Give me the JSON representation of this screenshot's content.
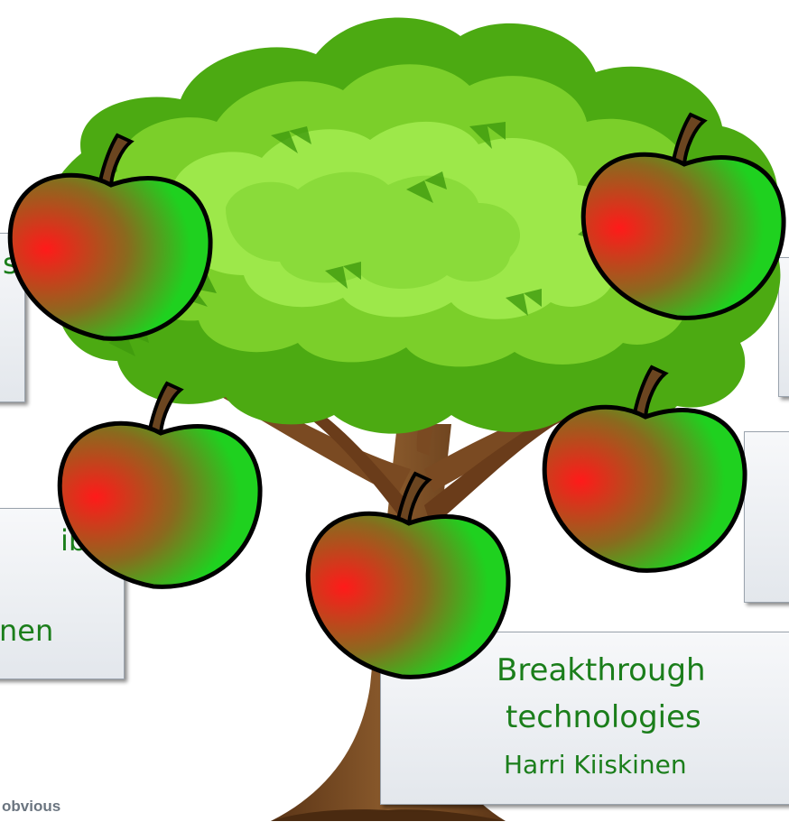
{
  "cards": {
    "breakthrough": {
      "line1": "Breakthrough",
      "line2": "technologies",
      "line3": "Harri Kiiskinen"
    },
    "left_top": {
      "fragment": "s"
    },
    "left_bottom": {
      "fragment1": "ible",
      "fragment2": "nen"
    }
  },
  "footer": {
    "text": "obvious"
  },
  "colors": {
    "card_text": "#1b7e1b",
    "apple_red": "#ff1a1a",
    "apple_green": "#1fd11f",
    "leaf_dark": "#4caa12",
    "leaf_light": "#9de84a",
    "trunk": "#7a4a22"
  },
  "icons": [
    "tree-illustration",
    "apple-icon"
  ]
}
